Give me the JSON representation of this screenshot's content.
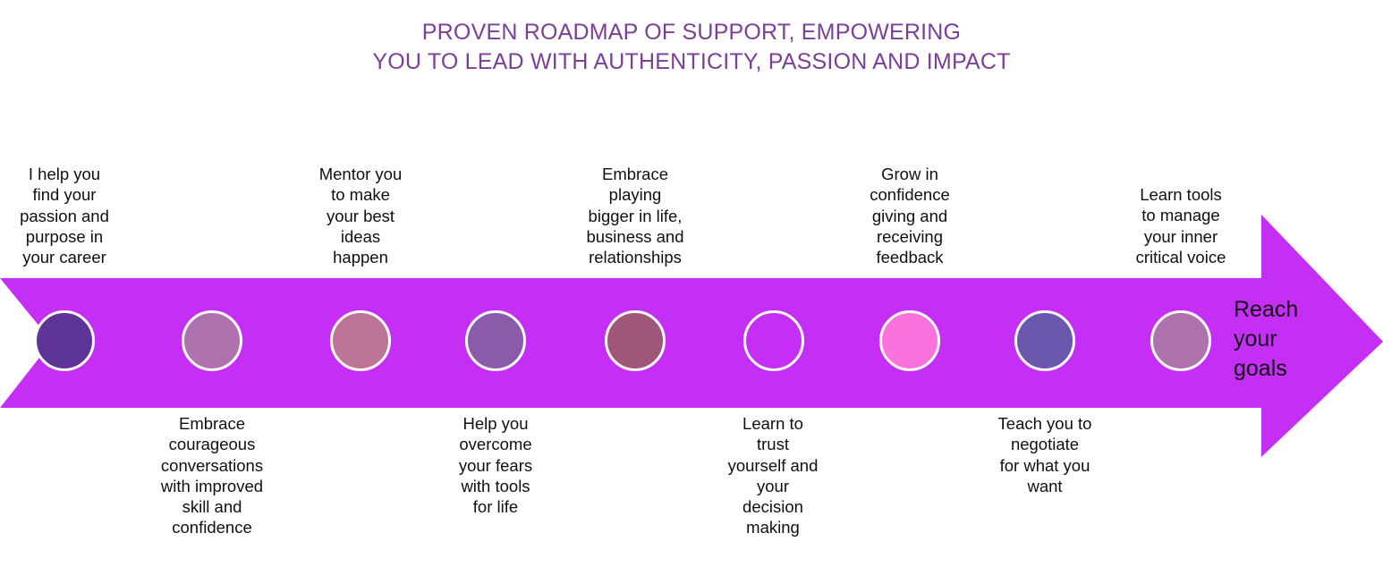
{
  "title": {
    "text": "PROVEN ROADMAP OF SUPPORT, EMPOWERING\nYOU TO LEAD WITH AUTHENTICITY, PASSION AND IMPACT",
    "color": "#7B3F98"
  },
  "arrow": {
    "color": "#C42EF5",
    "direction": "right",
    "end_label": "Reach\nyour\ngoals",
    "end_label_color": "#111111"
  },
  "milestones": [
    {
      "index": 1,
      "circle_color": "#5E3596",
      "circle_filled": true,
      "label_position": "top",
      "label": "I help you\nfind your\npassion and\npurpose in\nyour career"
    },
    {
      "index": 2,
      "circle_color": "#B072AE",
      "circle_filled": true,
      "label_position": "bottom",
      "label": "Embrace\ncourageous\nconversations\nwith improved\nskill and\nconfidence"
    },
    {
      "index": 3,
      "circle_color": "#BE7496",
      "circle_filled": true,
      "label_position": "top",
      "label": "Mentor you\nto make\nyour best\nideas\nhappen"
    },
    {
      "index": 4,
      "circle_color": "#8A5BA8",
      "circle_filled": true,
      "label_position": "bottom",
      "label": "Help you\novercome\nyour fears\nwith tools\nfor life"
    },
    {
      "index": 5,
      "circle_color": "#A05678",
      "circle_filled": true,
      "label_position": "top",
      "label": "Embrace\nplaying\nbigger in life,\nbusiness and\nrelationships"
    },
    {
      "index": 6,
      "circle_color": "transparent",
      "circle_filled": false,
      "label_position": "bottom",
      "label": "Learn to\ntrust\nyourself and\nyour\ndecision\nmaking"
    },
    {
      "index": 7,
      "circle_color": "#FC72DC",
      "circle_filled": true,
      "label_position": "top",
      "label": "Grow in\nconfidence\ngiving and\nreceiving\nfeedback"
    },
    {
      "index": 8,
      "circle_color": "#6B57AE",
      "circle_filled": true,
      "label_position": "bottom",
      "label": "Teach you to\nnegotiate\nfor what you\nwant"
    },
    {
      "index": 9,
      "circle_color": "#AE73AC",
      "circle_filled": true,
      "label_position": "top",
      "label": "Learn tools\nto manage\nyour inner\ncritical voice"
    }
  ]
}
